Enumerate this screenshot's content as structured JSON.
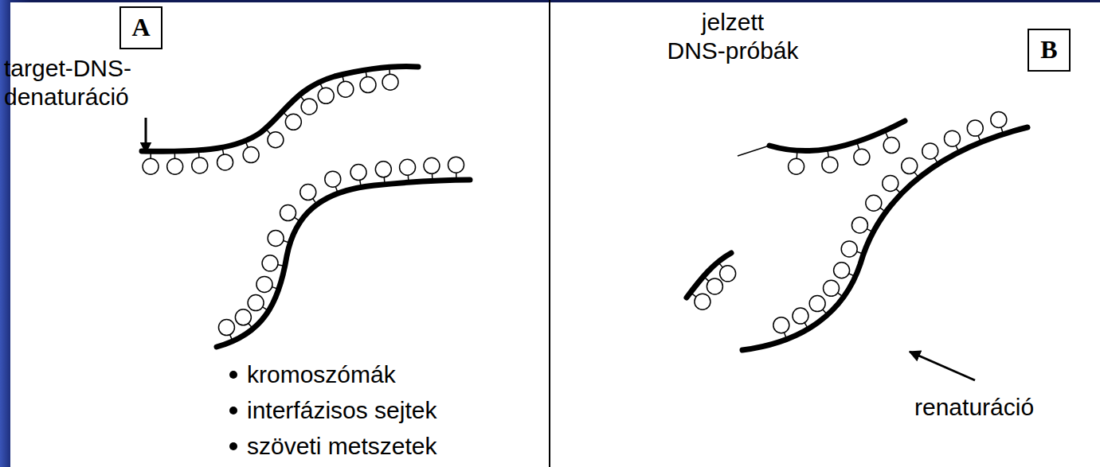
{
  "diagram": {
    "nodes": [
      {
        "text": [
          "A"
        ]
      },
      {
        "text": [
          "B"
        ]
      }
    ],
    "labels": [
      "target-DNS- denaturáció",
      "kromoszómák",
      "interfázisos sejtek",
      "szöveti metszetek",
      "jelzett DNS-próbák",
      "renaturáció"
    ]
  }
}
